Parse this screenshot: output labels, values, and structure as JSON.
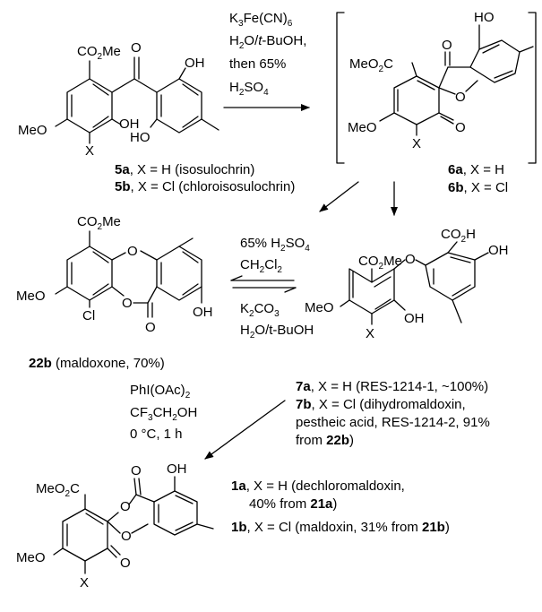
{
  "reagents": {
    "top": [
      "K",
      "3",
      "Fe(CN)",
      "6",
      "H",
      "2",
      "O/",
      "t",
      "-BuOH,",
      "then 65%",
      "H",
      "2",
      "SO",
      "4"
    ],
    "acid": [
      "65% H",
      "2",
      "SO",
      "4",
      "CH",
      "2",
      "Cl",
      "2"
    ],
    "base": [
      "K",
      "2",
      "CO",
      "3",
      "H",
      "2",
      "O/t-BuOH"
    ],
    "oxid": [
      "PhI(OAc)",
      "2",
      "CF",
      "3",
      "CH",
      "2",
      "OH",
      "0 °C, 1 h"
    ]
  },
  "atoms": {
    "co2me": [
      "CO",
      "2",
      "Me"
    ],
    "meo2c": [
      "MeO",
      "2",
      "C"
    ],
    "co2h": [
      "CO",
      "2",
      "H"
    ],
    "meo": "MeO",
    "oh": "OH",
    "ho": "HO",
    "o": "O",
    "x": "X",
    "cl": "Cl"
  },
  "labels": {
    "c5a": [
      "5a",
      ", X = H (isosulochrin)"
    ],
    "c5b": [
      "5b",
      ", X = Cl (chloroisosulochrin)"
    ],
    "c6a": [
      "6a",
      ", X = H"
    ],
    "c6b": [
      "6b",
      ", X = Cl"
    ],
    "c22b": [
      "22b",
      " (maldoxone, 70%)"
    ],
    "c7a": [
      "7a",
      ", X = H (RES-1214-1, ~100%)"
    ],
    "c7b_1": [
      "7b",
      ", X = Cl (dihydromaldoxin,"
    ],
    "c7b_2": "pestheic acid, RES-1214-2, 91%",
    "c7b_3": [
      "from ",
      "22b",
      ")"
    ],
    "c1a_1": [
      "1a",
      ", X = H (dechloromaldoxin,"
    ],
    "c1a_2": [
      "40% from ",
      "21a",
      ")"
    ],
    "c1b": [
      "1b",
      ", X = Cl (maldoxin, 31% from ",
      "21b",
      ")"
    ]
  }
}
